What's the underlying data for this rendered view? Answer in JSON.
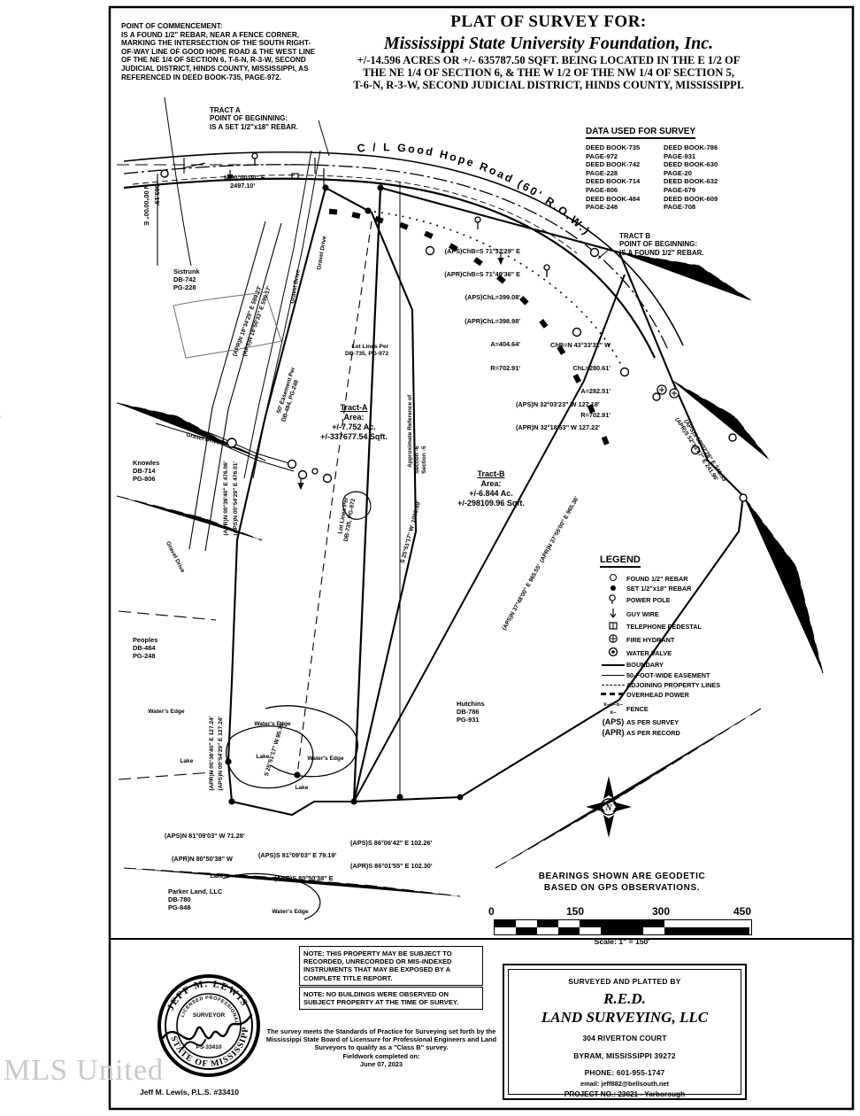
{
  "document": {
    "type": "plat-of-survey",
    "title_line1": "PLAT OF SURVEY FOR:",
    "title_line2": "Mississippi State University Foundation, Inc.",
    "subtitle_line1": "+/-14.596 ACRES OR +/- 635787.50 SQFT. BEING LOCATED IN THE E 1/2 OF",
    "subtitle_line2": "THE NE 1/4 OF SECTION 6, & THE W 1/2 OF THE NW 1/4 OF SECTION 5,",
    "subtitle_line3": "T-6-N, R-3-W, SECOND JUDICIAL DISTRICT, HINDS COUNTY, MISSISSIPPI."
  },
  "point_of_commencement": {
    "heading": "POINT OF COMMENCEMENT:",
    "body": "IS A FOUND 1/2\" REBAR, NEAR A FENCE CORNER, MARKING THE INTERSECTION OF THE SOUTH RIGHT-OF-WAY LINE OF GOOD HOPE ROAD & THE WEST LINE OF THE NE 1/4 OF SECTION 6, T-6-N, R-3-W, SECOND JUDICIAL DISTRICT, HINDS COUNTY, MISSISSIPPI, AS REFERENCED IN DEED BOOK-735, PAGE-972."
  },
  "tract_a_pob": {
    "heading": "TRACT A",
    "line1": "POINT OF BEGINNING:",
    "line2": "IS A SET 1/2\"x18\" REBAR."
  },
  "tract_b_pob": {
    "heading": "TRACT B",
    "line1": "POINT OF BEGINNING:",
    "line2": "IS A FOUND 1/2\" REBAR."
  },
  "data_used_for_survey": {
    "heading": "DATA USED FOR SURVEY",
    "entries": [
      {
        "book": "DEED BOOK-735",
        "page": "PAGE-972"
      },
      {
        "book": "DEED BOOK-786",
        "page": "PAGE-931"
      },
      {
        "book": "DEED BOOK-742",
        "page": "PAGE-228"
      },
      {
        "book": "DEED BOOK-630",
        "page": "PAGE-20"
      },
      {
        "book": "DEED BOOK-714",
        "page": "PAGE-806"
      },
      {
        "book": "DEED BOOK-632",
        "page": "PAGE-679"
      },
      {
        "book": "DEED BOOK-484",
        "page": "PAGE-248"
      },
      {
        "book": "DEED BOOK-609",
        "page": "PAGE-708"
      }
    ]
  },
  "legend": {
    "heading": "LEGEND",
    "items": [
      {
        "icon": "open-circle-icon",
        "label": "FOUND 1/2\" REBAR"
      },
      {
        "icon": "filled-circle-icon",
        "label": "SET 1/2\"x18\" REBAR"
      },
      {
        "icon": "power-pole-icon",
        "label": "POWER POLE"
      },
      {
        "icon": "guy-wire-icon",
        "label": "GUY WIRE"
      },
      {
        "icon": "telephone-pedestal-icon",
        "label": "TELEPHONE PEDESTAL"
      },
      {
        "icon": "fire-hydrant-icon",
        "label": "FIRE HYDRANT"
      },
      {
        "icon": "water-valve-icon",
        "label": "WATER VALVE"
      },
      {
        "icon": "solid-line-icon",
        "label": "BOUNDARY"
      },
      {
        "icon": "line-icon",
        "label": "50-FOOT-WIDE EASEMENT"
      },
      {
        "icon": "dashed-line-icon",
        "label": "ADJOINING PROPERTY LINES"
      },
      {
        "icon": "overhead-power-icon",
        "label": "OVERHEAD POWER"
      },
      {
        "icon": "fence-line-icon",
        "label": "FENCE"
      },
      {
        "icon": "aps-icon",
        "label": "AS PER SURVEY"
      },
      {
        "icon": "apr-icon",
        "label": "AS PER RECORD"
      }
    ],
    "abbrev_aps": "(APS)",
    "abbrev_apr": "(APR)"
  },
  "tracts": [
    {
      "name": "Tract-A",
      "area_label": "Area:",
      "acres": "+/-7.752 Ac.",
      "sqft": "+/-337677.54 Sqft."
    },
    {
      "name": "Tract-B",
      "area_label": "Area:",
      "acres": "+/-6.844 Ac.",
      "sqft": "+/-298109.96 Sqft."
    }
  ],
  "map_labels": {
    "road_centerline": "C / L   G o o d   H o p e   R o a d   ( 6 0 '   R . O . W . )",
    "section_line_bearing": "N 90°00'00\" E",
    "section_line_distance": "2497.10'",
    "west_line_bearing": "N 00°00'00\" E",
    "west_line_distance": "683.19'",
    "gravel_drive_1": "Gravel Drive",
    "gravel_drive_2": "Gravel Drive",
    "gravel_drive_3": "Gravel Drive",
    "gravel_drive_4": "Gravel Drive",
    "lot_lines_per_1": "Lot Lines Per\nDB-735, PG-972",
    "lot_lines_per_2": "Lot Lines Per\nDB-735, PG-972",
    "easement_label": "50' Easement Per\nDB-484, PG-248",
    "section_ref": "Approximate Reference of\nSection -6\nSection -5",
    "waters_edge_1": "Water's Edge",
    "waters_edge_2": "Water's Edge",
    "waters_edge_3": "Water's Edge",
    "waters_edge_4": "Water's Edge",
    "lake_1": "Lake",
    "lake_2": "Lake",
    "lake_3": "Lake",
    "lake_4": "Lake"
  },
  "adjoiners": [
    {
      "name": "Sistrunk",
      "book": "DB-742",
      "page": "PG-228"
    },
    {
      "name": "Knowles",
      "book": "DB-714",
      "page": "PG-806"
    },
    {
      "name": "Peoples",
      "book": "DB-484",
      "page": "PG-248"
    },
    {
      "name": "Hutchins",
      "book": "DB-786",
      "page": "PG-931"
    },
    {
      "name": "Parker Land, LLC",
      "book": "DB-780",
      "page": "PG-848"
    }
  ],
  "curve_data": [
    {
      "lines": [
        "(APS)ChB=S 71°32'29\" E",
        "(APR)ChB=S 71°49'36\" E",
        "(APS)ChL=399.08'",
        "(APR)ChL=398.98'",
        "A=404.64'",
        "R=702.91'"
      ]
    },
    {
      "lines": [
        "ChB=N 43°33'32\" W",
        "ChL=280.61'",
        "A=282.51'",
        "R=702.91'"
      ]
    }
  ],
  "bearings": [
    {
      "id": "east-line",
      "aps": "(APS)N 32°03'23\" W 127.18'",
      "apr": "(APR)N 32°18'53\" W 127.22'"
    },
    {
      "id": "southeast-line",
      "aps": "(APS)S 52°02'28\" E 241.93'",
      "apr": "(APR)S 52°13'47\" E 241.96'"
    },
    {
      "id": "west-line-north",
      "apr": "(APR)N 00°36'40\" E 476.06'",
      "aps": "(APS)N 00°54'29\" E 476.01'"
    },
    {
      "id": "west-line-south",
      "apr": "(APR)N 00°36'40\" E 127.24'",
      "aps": "(APS)N 00°54'29\" E 127.24'"
    },
    {
      "id": "north-sistrunk",
      "apr": "(APR)N 18°34'29\" E 599.23'",
      "aps": "(APS)N 18°50'33\" E 599.17'"
    },
    {
      "id": "south-lake-west",
      "aps": "(APS)N 81°09'03\" W 71.28'",
      "apr": "(APR)N 80°50'38\" W"
    },
    {
      "id": "south-lake-mid",
      "aps": "(APS)S 81°09'03\" E 79.19'",
      "apr": "(APR)S 80°50'38\" E"
    },
    {
      "id": "south-lake-east",
      "aps": "(APS)S 86°06'42\" E 102.26'",
      "apr": "(APR)S 86°01'55\" E 102.30'"
    },
    {
      "id": "tract-divide",
      "label": "S 25°51'17\" W  1053.49'"
    },
    {
      "id": "tract-b-east",
      "label": "(APS)N 37°48'00\" E 965.55'  (APR)N 37°55'00\" E 965.36'"
    },
    {
      "id": "tract-a-west-lake",
      "label": "S 25°51'17\" W 95.75'"
    }
  ],
  "notes": {
    "note1": "NOTE: THIS PROPERTY MAY BE SUBJECT TO RECORDED, UNRECORDED OR MIS-INDEXED INSTRUMENTS THAT MAY BE EXPOSED BY A COMPLETE TITLE REPORT.",
    "note2": "NOTE: NO BUILDINGS WERE OBSERVED ON SUBJECT PROPERTY AT THE TIME OF SURVEY.",
    "class_note": "The survey meets the Standards of Practice for Surveying set forth by the Mississippi State Board of Licensure for Professional Engineers and Land Surveyors to qualify as a \"Class B\" survey.",
    "fieldwork_label": "Fieldwork completed on:",
    "fieldwork_date": "June 07, 2023"
  },
  "bearing_basis": {
    "line1": "BEARINGS SHOWN ARE GEODETIC",
    "line2": "BASED ON GPS OBSERVATIONS."
  },
  "scale": {
    "ticks": [
      "0",
      "150",
      "300",
      "450"
    ],
    "label": "Scale: 1\" = 150'"
  },
  "seal": {
    "outer_text": "JEFF M. LEWIS   STATE OF MISSISSIPPI",
    "inner_text": "LICENSED PROFESSIONAL",
    "title": "SURVEYOR",
    "number": "PS-33410",
    "signature_name": "Jeff M. Lewis, P.L.S. #33410"
  },
  "surveyor_block": {
    "heading": "SURVEYED AND PLATTED BY",
    "company_line1": "R.E.D.",
    "company_line2": "LAND SURVEYING, LLC",
    "address": "304 RIVERTON COURT",
    "city_state_zip": "BYRAM, MISSISSIPPI 39272",
    "phone": "PHONE: 601-955-1747",
    "email": "email: jeff882@bellsouth.net",
    "project_no": "PROJECT NO.: 23021 - Yarborough"
  },
  "watermark": "MLS United",
  "north_arrow": {
    "label": "N"
  },
  "colors": {
    "ink": "#000000",
    "paper": "#ffffff",
    "watermark": "#c9c9c9"
  }
}
